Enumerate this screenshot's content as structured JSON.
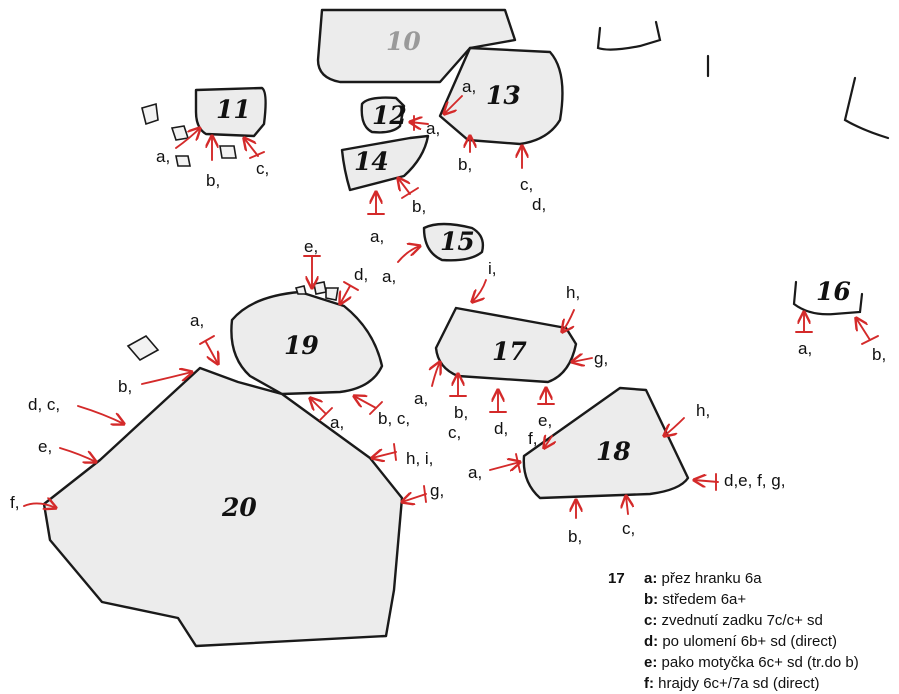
{
  "colors": {
    "arrow": "#d42a2a",
    "outline": "#1a1a1a",
    "boulder_fill": "#ececec"
  },
  "boulders": {
    "b10": "10",
    "b11": "11",
    "b12": "12",
    "b13": "13",
    "b14": "14",
    "b15": "15",
    "b16": "16",
    "b17": "17",
    "b18": "18",
    "b19": "19",
    "b20": "20"
  },
  "labels": {
    "b11_a": "a,",
    "b11_b": "b,",
    "b11_c": "c,",
    "b12_a": "a,",
    "b13_a": "a,",
    "b13_b": "b,",
    "b13_c": "c,",
    "b13_d": "d,",
    "b14_a": "a,",
    "b14_b": "b,",
    "b15_a": "a,",
    "b16_a": "a,",
    "b16_b": "b,",
    "b17_i": "i,",
    "b17_h": "h,",
    "b17_g": "g,",
    "b17_a": "a,",
    "b17_b": "b,",
    "b17_c": "c,",
    "b17_d": "d,",
    "b17_e": "e,",
    "b17_f": "f,",
    "b18_h": "h,",
    "b18_a": "a,",
    "b18_b": "b,",
    "b18_c": "c,",
    "b18_defg": "d,e, f, g,",
    "b19_e": "e,",
    "b19_d": "d,",
    "b19_a": "a,",
    "b19_bc": "b, c,",
    "b20_a": "a,",
    "b20_b": "b,",
    "b20_dc": "d, c,",
    "b20_e": "e,",
    "b20_f": "f,",
    "b20_hi": "h, i,",
    "b20_g": "g,"
  },
  "legend": {
    "prefix": "17",
    "items": [
      {
        "key": "a:",
        "text": " přez hranku 6a"
      },
      {
        "key": "b:",
        "text": " středem 6a+"
      },
      {
        "key": "c:",
        "text": " zvednutí zadku 7c/c+ sd"
      },
      {
        "key": "d:",
        "text": " po ulomení 6b+ sd (direct)"
      },
      {
        "key": "e:",
        "text": " pako motyčka 6c+ sd (tr.do b)"
      },
      {
        "key": "f:",
        "text": " hrajdy 6c+/7a sd (direct)"
      }
    ]
  }
}
